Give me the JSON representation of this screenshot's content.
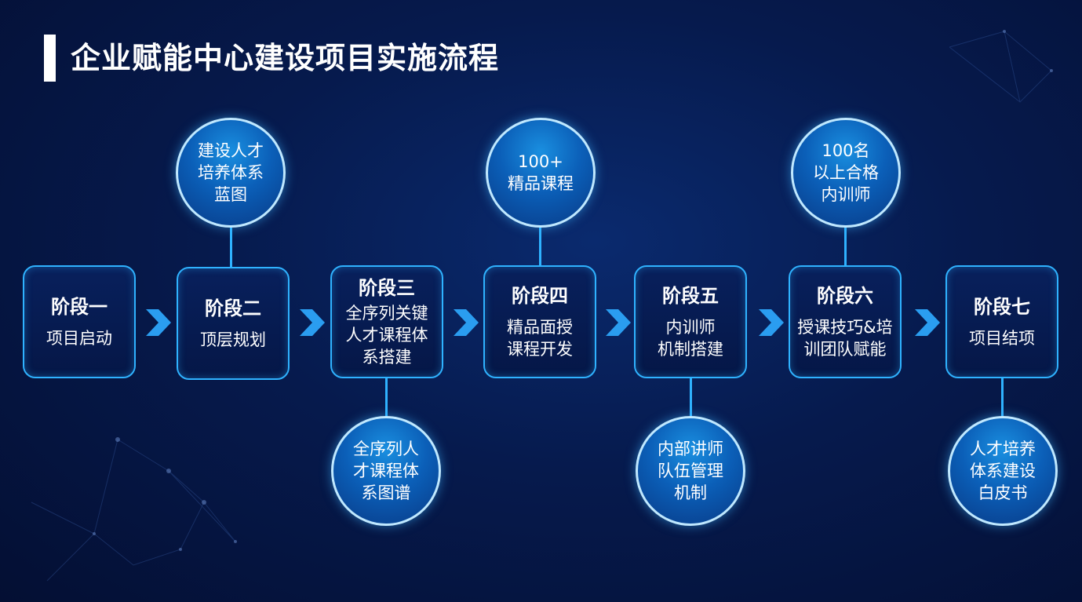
{
  "title": "企业赋能中心建设项目实施流程",
  "colors": {
    "accent": "#2fb2ff",
    "background": "#061a4d",
    "circle": "#0b5fb8"
  },
  "stages": [
    {
      "title": "阶段一",
      "desc": "项目启动"
    },
    {
      "title": "阶段二",
      "desc": "顶层规划"
    },
    {
      "title": "阶段三",
      "desc": "全序列关键\n人才课程体\n系搭建"
    },
    {
      "title": "阶段四",
      "desc": "精品面授\n课程开发"
    },
    {
      "title": "阶段五",
      "desc": "内训师\n机制搭建"
    },
    {
      "title": "阶段六",
      "desc": "授课技巧&培\n训团队赋能"
    },
    {
      "title": "阶段七",
      "desc": "项目结项"
    }
  ],
  "top_outputs": [
    {
      "text": "建设人才\n培养体系\n蓝图"
    },
    {
      "text": "100+\n精品课程"
    },
    {
      "text": "100名\n以上合格\n内训师"
    }
  ],
  "bottom_outputs": [
    {
      "text": "全序列人\n才课程体\n系图谱"
    },
    {
      "text": "内部讲师\n队伍管理\n机制"
    },
    {
      "text": "人才培养\n体系建设\n白皮书"
    }
  ]
}
